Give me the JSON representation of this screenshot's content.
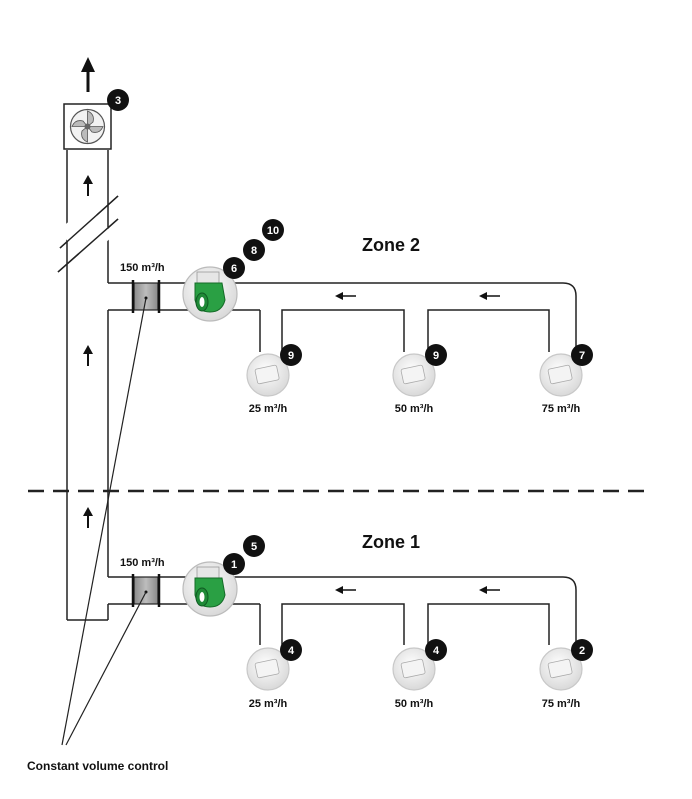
{
  "zone2": {
    "title": "Zone 2",
    "branch_flow": "150 m³/h",
    "valves": [
      {
        "flow": "25 m³/h",
        "badge": "9"
      },
      {
        "flow": "50 m³/h",
        "badge": "9"
      },
      {
        "flow": "75 m³/h",
        "badge": "7"
      }
    ],
    "controller_badges": [
      "6",
      "8",
      "10"
    ]
  },
  "zone1": {
    "title": "Zone 1",
    "branch_flow": "150 m³/h",
    "valves": [
      {
        "flow": "25 m³/h",
        "badge": "4"
      },
      {
        "flow": "50 m³/h",
        "badge": "4"
      },
      {
        "flow": "75 m³/h",
        "badge": "2"
      }
    ],
    "controller_badges": [
      "1",
      "5"
    ]
  },
  "fan": {
    "badge": "3",
    "icon": "fan-icon"
  },
  "caption": "Constant volume control",
  "colors": {
    "accent_green": "#1f9a3a",
    "badge": "#111111",
    "line": "#222222"
  }
}
